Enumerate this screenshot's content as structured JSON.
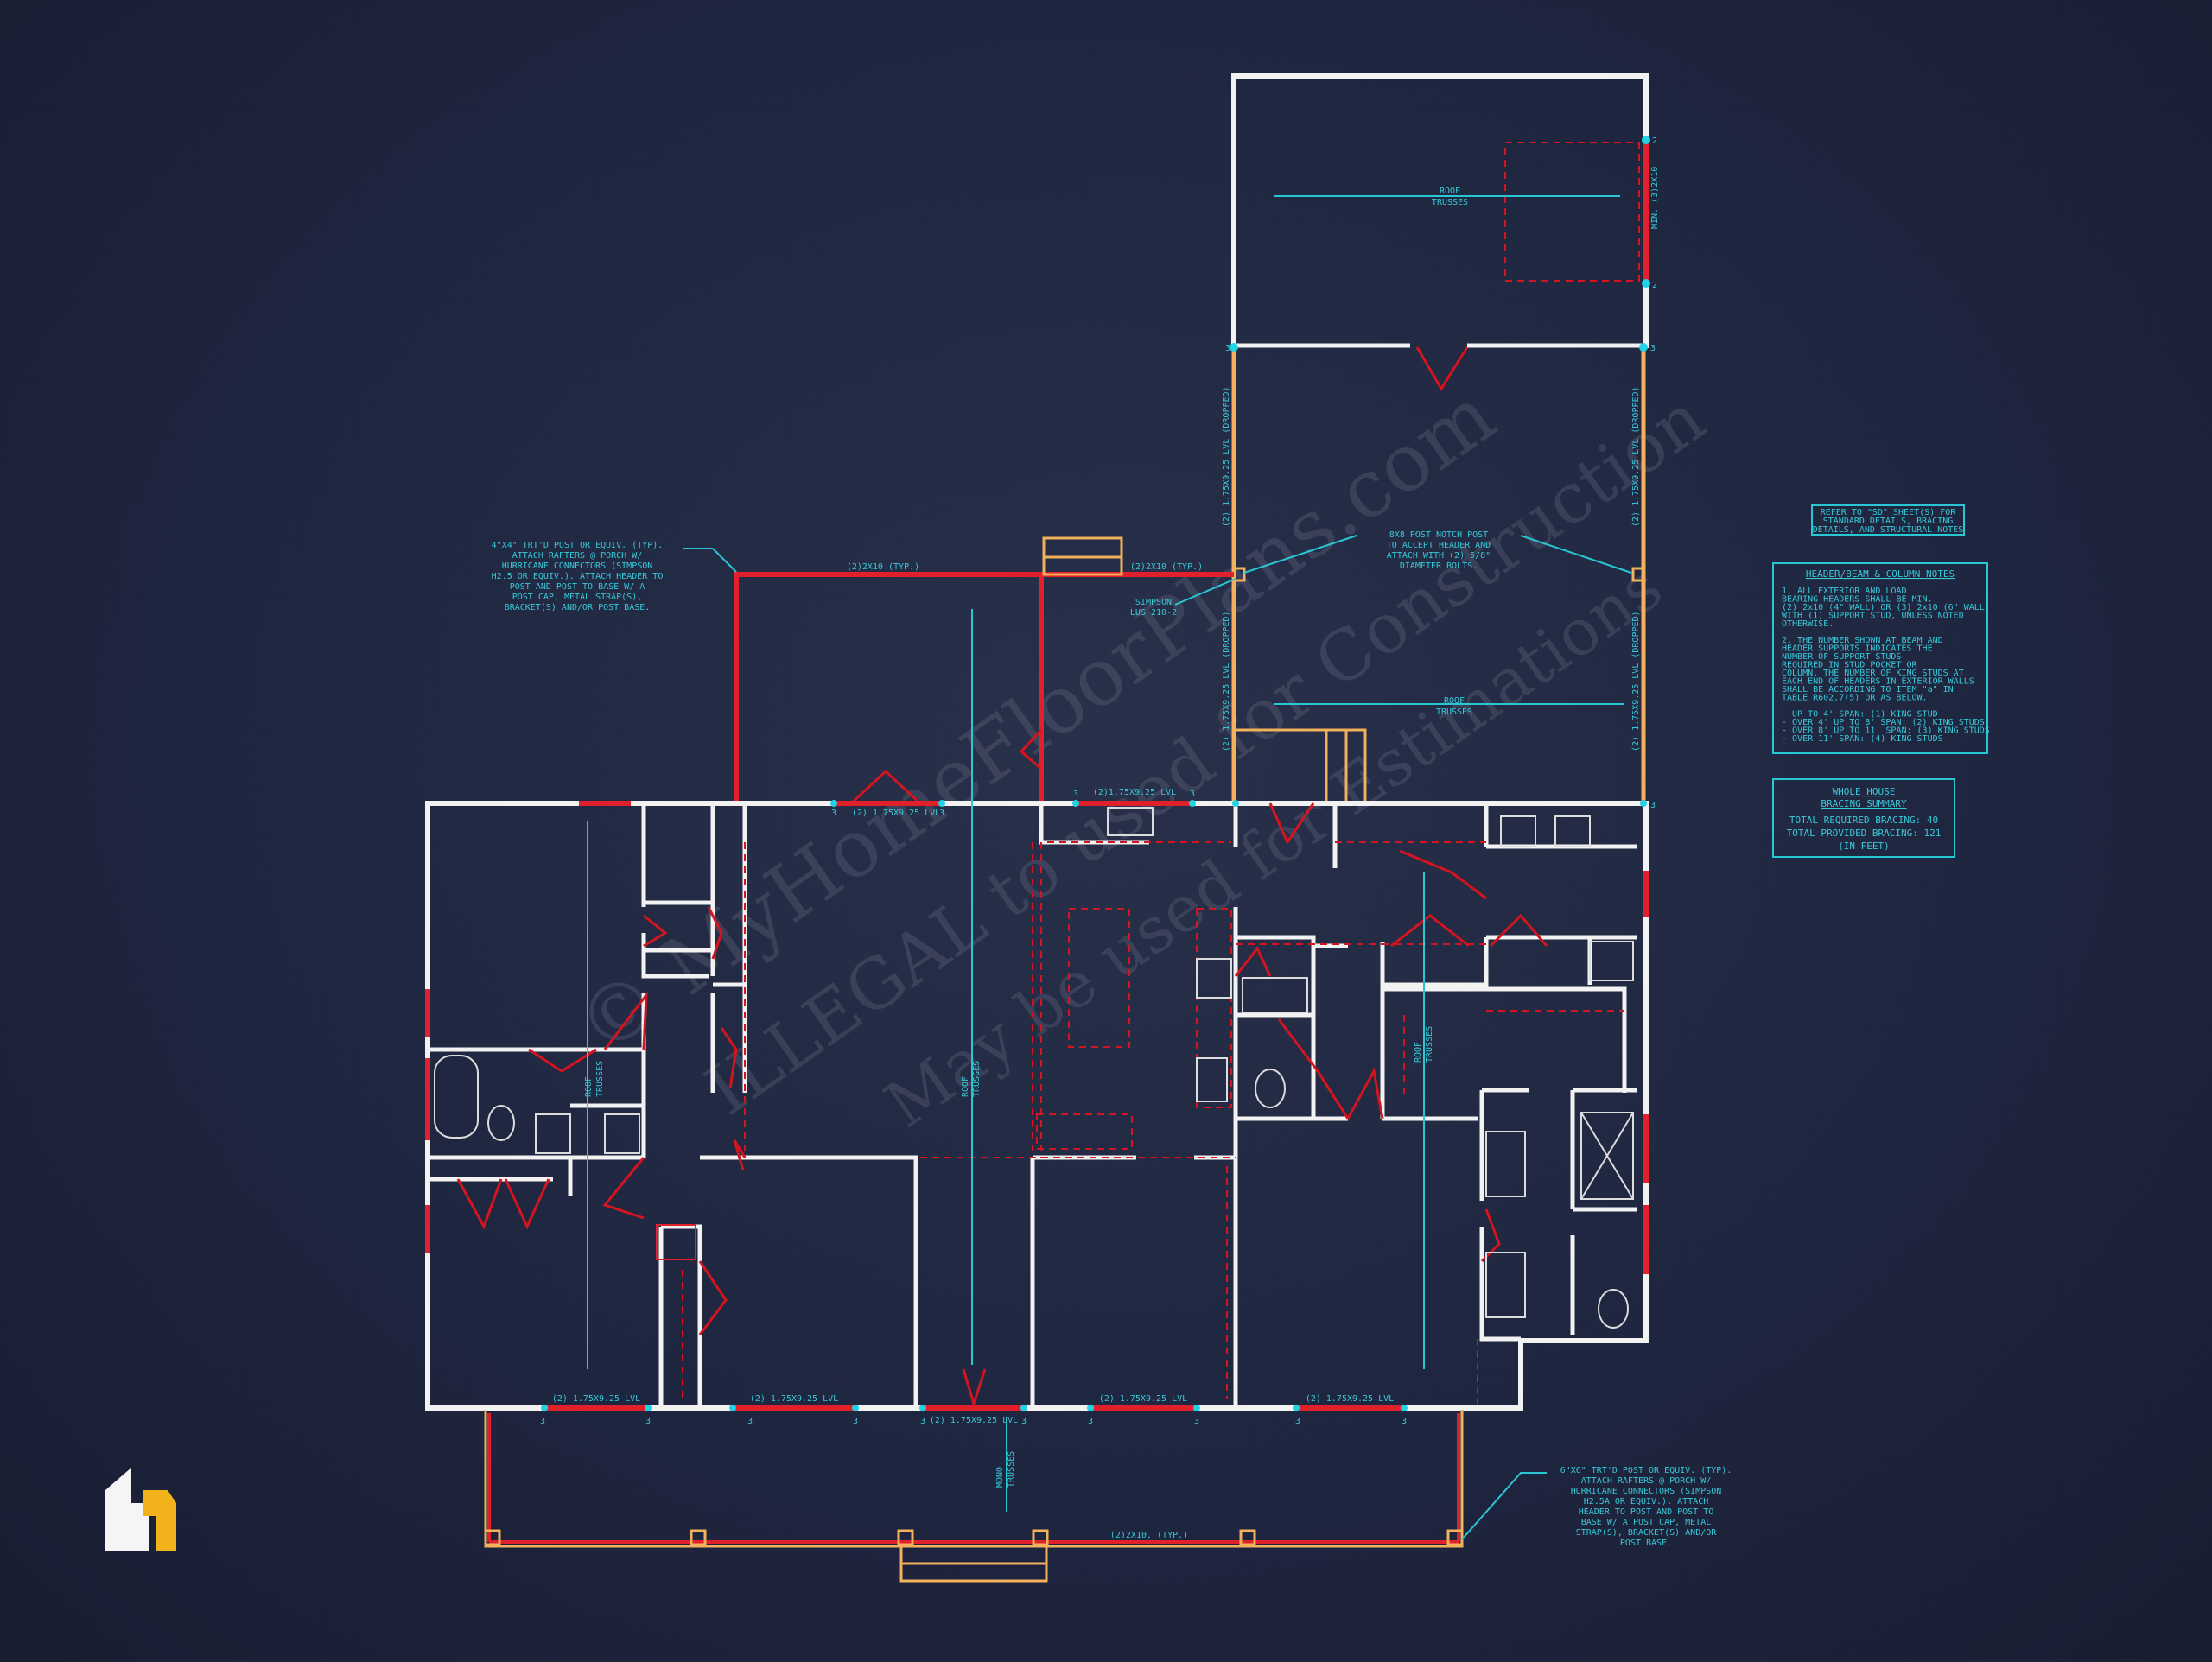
{
  "watermark": {
    "line1": "© MyHomeFloorPlans.com",
    "line2": "ILLEGAL to used for Construction",
    "line3": "May be used for Estimations"
  },
  "logo": {
    "icon": "house-h-logo-icon",
    "color_primary": "#f5f5f5",
    "color_accent": "#f2b21b"
  },
  "notes": {
    "refer": [
      "REFER TO \"SD\" SHEET(S) FOR",
      "STANDARD DETAILS, BRACING",
      "DETAILS, AND STRUCTURAL NOTES"
    ],
    "header_title": "HEADER/BEAM & COLUMN NOTES",
    "header_lines": [
      "1. ALL EXTERIOR AND LOAD",
      "BEARING HEADERS SHALL BE MIN.",
      "(2) 2x10 (4\" WALL) OR (3) 2x10 (6\" WALL)",
      "WITH (1) SUPPORT STUD, UNLESS NOTED",
      "OTHERWISE.",
      "",
      "2. THE NUMBER SHOWN AT BEAM AND",
      "HEADER SUPPORTS INDICATES THE",
      "NUMBER OF SUPPORT STUDS",
      "REQUIRED IN STUD POCKET OR",
      "COLUMN. THE NUMBER OF KING STUDS AT",
      "EACH END OF HEADERS IN EXTERIOR WALLS",
      "SHALL BE ACCORDING TO ITEM \"a\" IN",
      "TABLE R602.7(5) OR AS BELOW.",
      "",
      "- UP TO 4' SPAN: (1) KING STUD",
      "- OVER 4' UP TO 8' SPAN: (2) KING STUDS",
      "- OVER 8' UP TO 11' SPAN: (3) KING STUDS",
      "- OVER 11' SPAN: (4) KING STUDS"
    ],
    "bracing_title1": "WHOLE HOUSE",
    "bracing_title2": "BRACING SUMMARY",
    "bracing_required": "TOTAL REQUIRED BRACING: 40",
    "bracing_provided": "TOTAL PROVIDED BRACING: 121",
    "bracing_unit": "(IN FEET)"
  },
  "callouts": {
    "left_post": [
      "4\"X4\" TRT'D POST OR EQUIV. (TYP).",
      "ATTACH RAFTERS @ PORCH W/",
      "HURRICANE CONNECTORS (SIMPSON",
      "H2.5 OR EQUIV.). ATTACH HEADER TO",
      "POST AND POST TO BASE W/ A",
      "POST CAP, METAL STRAP(S),",
      "BRACKET(S) AND/OR POST BASE."
    ],
    "right_post": [
      "6\"X6\" TRT'D POST OR EQUIV. (TYP).",
      "ATTACH RAFTERS @ PORCH W/",
      "HURRICANE CONNECTORS (SIMPSON",
      "H2.5A OR EQUIV.). ATTACH",
      "HEADER TO POST AND POST TO",
      "BASE W/ A POST CAP, METAL",
      "STRAP(S), BRACKET(S) AND/OR",
      "POST BASE."
    ],
    "notch_post": [
      "8X8 POST NOTCH POST",
      "TO ACCEPT HEADER AND",
      "ATTACH WITH (2) 5/8\"",
      "DIAMETER BOLTS."
    ],
    "simpson": [
      "SIMPSON",
      "LUS 210-2"
    ]
  },
  "labels": {
    "roof_trusses": "ROOF TRUSSES",
    "roof": "ROOF",
    "trusses": "TRUSSES",
    "mono": "MONO",
    "lvl_1": "(2) 1.75X9.25 LVL",
    "lvl_dropped": "(2) 1.75X9.25 LVL (DROPPED)",
    "lvl_2": "(2)1.75X9.25 LVL",
    "typ_2x10": "(2)2X10 (TYP.)",
    "typ_2x10_b": "(2)2X10, (TYP.)",
    "min_3_2x10": "MIN. (3)2X10",
    "n3": "3",
    "n2": "2"
  },
  "colors": {
    "wall": "#f2f2f2",
    "header": "#e0202a",
    "dim": "#29c6d4",
    "post": "#f3b15b",
    "background": "#1f2640"
  }
}
